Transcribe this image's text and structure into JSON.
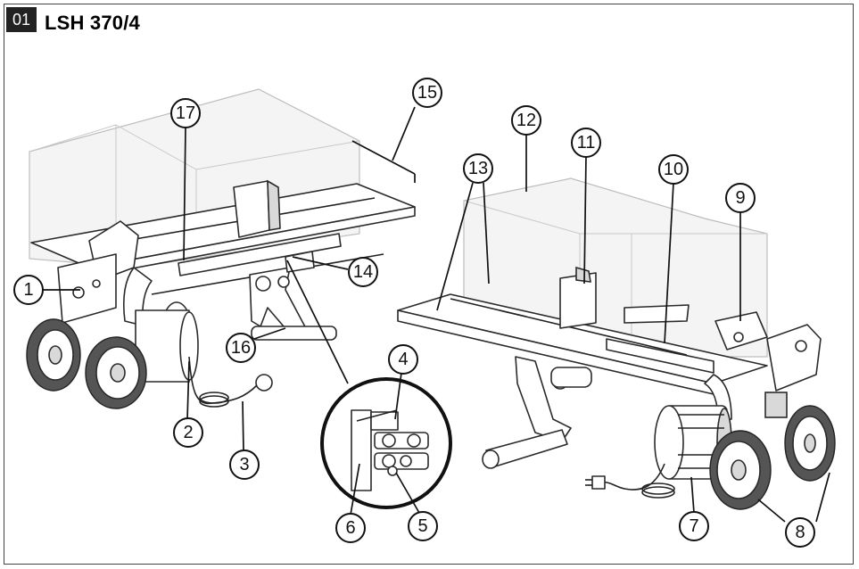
{
  "header": {
    "figure_number": "01",
    "model": "LSH 370/4"
  },
  "callouts": [
    "1",
    "2",
    "3",
    "4",
    "5",
    "6",
    "7",
    "8",
    "9",
    "10",
    "11",
    "12",
    "13",
    "14",
    "15",
    "16",
    "17"
  ]
}
